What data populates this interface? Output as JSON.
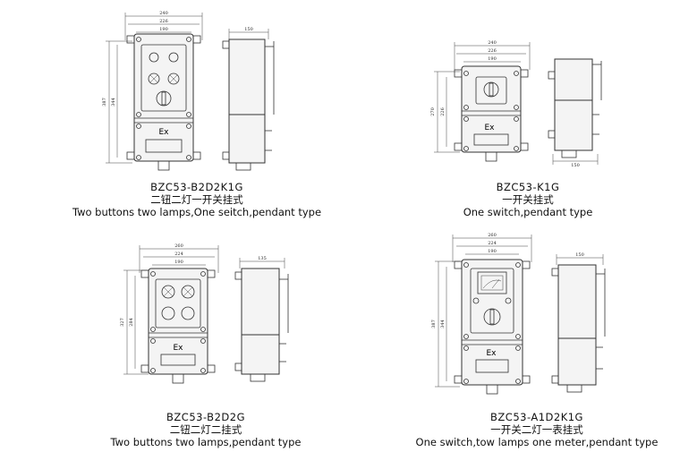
{
  "diagrams": [
    {
      "id": "bzc53-b2d2k1g",
      "model": "BZC53-B2D2K1G",
      "chinese": "二钮二灯一开关挂式",
      "english": "Two buttons two lamps,One seitch,pendant type",
      "dims": {
        "width_outer": "240",
        "width_mid": "226",
        "width_inner": "190",
        "side_depth": "150",
        "height_outer": "387",
        "height_inner": "344"
      },
      "ex_label": "Ex"
    },
    {
      "id": "bzc53-k1g",
      "model": "BZC53-K1G",
      "chinese": "一开关挂式",
      "english": "One switch,pendant type",
      "dims": {
        "width_outer": "240",
        "width_mid": "226",
        "width_inner": "190",
        "side_depth": "150",
        "height_outer": "270",
        "height_inner": "226"
      },
      "ex_label": "Ex"
    },
    {
      "id": "bzc53-b2d2g",
      "model": "BZC53-B2D2G",
      "chinese": "二钮二灯二挂式",
      "english": "Two buttons two lamps,pendant type",
      "dims": {
        "width_outer": "260",
        "width_mid": "224",
        "width_inner": "190",
        "side_depth": "135",
        "height_outer": "327",
        "height_inner": "284"
      },
      "ex_label": "Ex"
    },
    {
      "id": "bzc53-a1d2k1g",
      "model": "BZC53-A1D2K1G",
      "chinese": "一开关二灯一表挂式",
      "english": "One switch,tow lamps one meter,pendant type",
      "dims": {
        "width_outer": "260",
        "width_mid": "224",
        "width_inner": "190",
        "side_depth": "150",
        "height_outer": "387",
        "height_inner": "344"
      },
      "ex_label": "Ex"
    }
  ]
}
